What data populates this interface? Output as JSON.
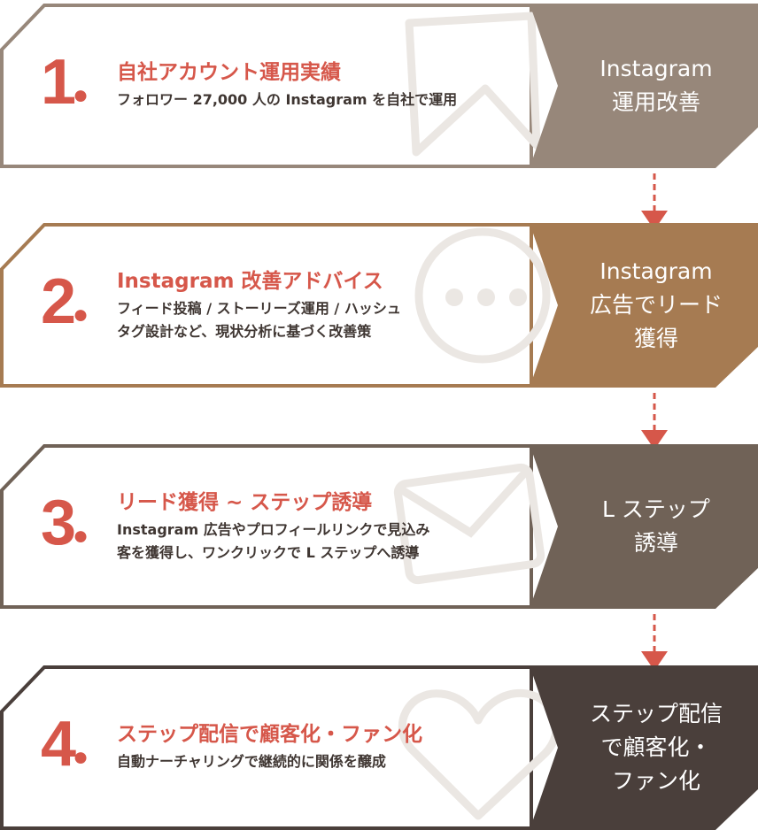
{
  "steps": [
    {
      "number": "1",
      "title": "自社アカウント運用実績",
      "desc": [
        "フォロワー 27,000 人の Instagram を自社で運用"
      ],
      "panel": [
        "Instagram",
        "運用改善"
      ],
      "color": "#97877a",
      "icon": "bookmark-icon"
    },
    {
      "number": "2",
      "title": "Instagram 改善アドバイス",
      "desc": [
        "フィード投稿 / ストーリーズ運用 / ハッシュ",
        "タグ設計など、現状分析に基づく改善策"
      ],
      "panel": [
        "Instagram",
        "広告でリード",
        "獲得"
      ],
      "color": "#a67b52",
      "icon": "chat-bubble-icon"
    },
    {
      "number": "3",
      "title": "リード獲得 ~ ステップ誘導",
      "desc": [
        "Instagram 広告やプロフィールリンクで見込み",
        "客を獲得し、ワンクリックで L ステップへ誘導"
      ],
      "panel": [
        "L ステップ",
        "誘導"
      ],
      "color": "#706257",
      "icon": "envelope-icon"
    },
    {
      "number": "4",
      "title": "ステップ配信で顧客化・ファン化",
      "desc": [
        "自動ナーチャリングで継続的に関係を醸成"
      ],
      "panel": [
        "ステップ配信",
        "で顧客化・",
        "ファン化"
      ],
      "color": "#4a3f3b",
      "icon": "heart-icon"
    }
  ],
  "accent": "#d6574a"
}
